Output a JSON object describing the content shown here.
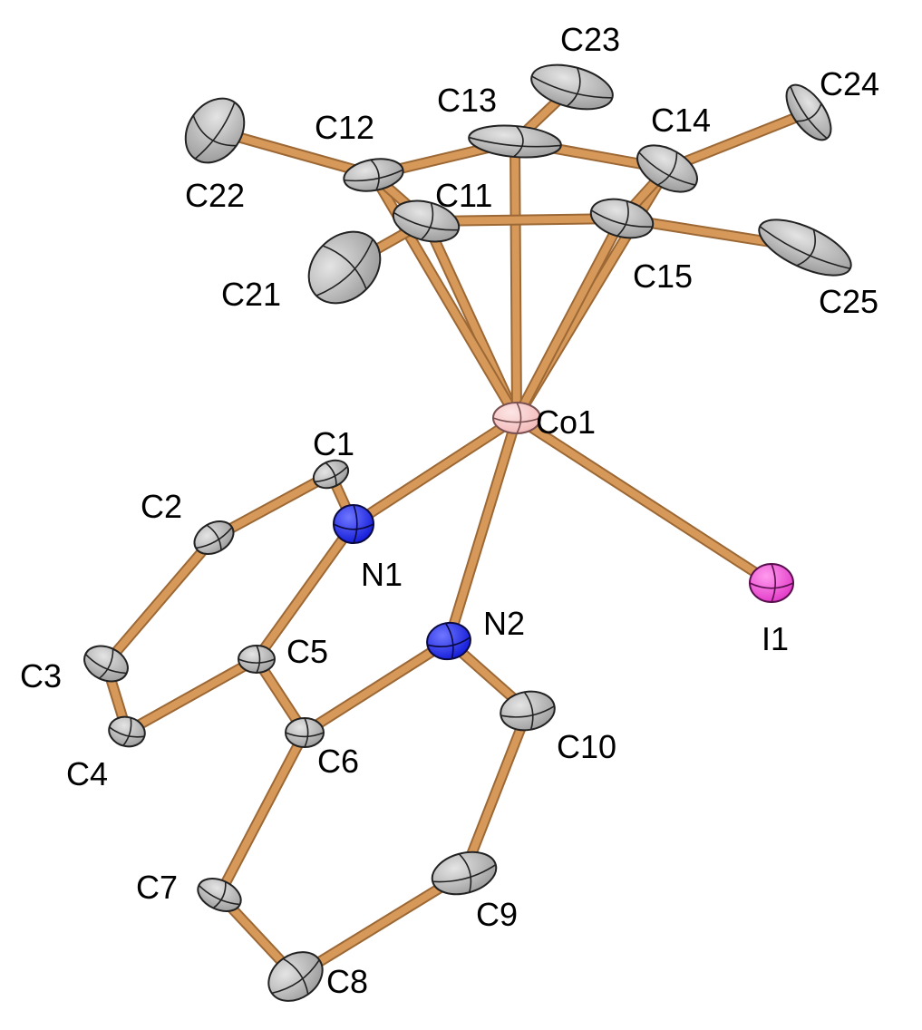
{
  "diagram": {
    "atom_colors": {
      "C": {
        "fill": "#9a9a9a",
        "highlight": "#e4e4e4",
        "outline": "#222222"
      },
      "N": {
        "fill": "#0d16d6",
        "highlight": "#6f77ff",
        "outline": "#0a0a40"
      },
      "Co": {
        "fill": "#f2b6b6",
        "highlight": "#fde6e6",
        "outline": "#7a5050"
      },
      "I": {
        "fill": "#e235c6",
        "highlight": "#ff9bee",
        "outline": "#5a0f4f"
      }
    },
    "bond_color": "#d6995a",
    "bond_dark": "#9c6835",
    "atoms": [
      {
        "id": "Co1",
        "label": "Co1",
        "element": "Co"
      },
      {
        "id": "N1",
        "label": "N1",
        "element": "N"
      },
      {
        "id": "N2",
        "label": "N2",
        "element": "N"
      },
      {
        "id": "I1",
        "label": "I1",
        "element": "I"
      },
      {
        "id": "C1",
        "label": "C1",
        "element": "C"
      },
      {
        "id": "C2",
        "label": "C2",
        "element": "C"
      },
      {
        "id": "C3",
        "label": "C3",
        "element": "C"
      },
      {
        "id": "C4",
        "label": "C4",
        "element": "C"
      },
      {
        "id": "C5",
        "label": "C5",
        "element": "C"
      },
      {
        "id": "C6",
        "label": "C6",
        "element": "C"
      },
      {
        "id": "C7",
        "label": "C7",
        "element": "C"
      },
      {
        "id": "C8",
        "label": "C8",
        "element": "C"
      },
      {
        "id": "C9",
        "label": "C9",
        "element": "C"
      },
      {
        "id": "C10",
        "label": "C10",
        "element": "C"
      },
      {
        "id": "C11",
        "label": "C11",
        "element": "C"
      },
      {
        "id": "C12",
        "label": "C12",
        "element": "C"
      },
      {
        "id": "C13",
        "label": "C13",
        "element": "C"
      },
      {
        "id": "C14",
        "label": "C14",
        "element": "C"
      },
      {
        "id": "C15",
        "label": "C15",
        "element": "C"
      },
      {
        "id": "C21",
        "label": "C21",
        "element": "C"
      },
      {
        "id": "C22",
        "label": "C22",
        "element": "C"
      },
      {
        "id": "C23",
        "label": "C23",
        "element": "C"
      },
      {
        "id": "C24",
        "label": "C24",
        "element": "C"
      },
      {
        "id": "C25",
        "label": "C25",
        "element": "C"
      }
    ],
    "bonds": [
      [
        "Co1",
        "C11"
      ],
      [
        "Co1",
        "C12"
      ],
      [
        "Co1",
        "C13"
      ],
      [
        "Co1",
        "C14"
      ],
      [
        "Co1",
        "C15"
      ],
      [
        "Co1",
        "N1"
      ],
      [
        "Co1",
        "N2"
      ],
      [
        "Co1",
        "I1"
      ],
      [
        "C11",
        "C12"
      ],
      [
        "C12",
        "C13"
      ],
      [
        "C13",
        "C14"
      ],
      [
        "C14",
        "C15"
      ],
      [
        "C15",
        "C11"
      ],
      [
        "C11",
        "C21"
      ],
      [
        "C12",
        "C22"
      ],
      [
        "C13",
        "C23"
      ],
      [
        "C14",
        "C24"
      ],
      [
        "C15",
        "C25"
      ],
      [
        "N1",
        "C1"
      ],
      [
        "C1",
        "C2"
      ],
      [
        "C2",
        "C3"
      ],
      [
        "C3",
        "C4"
      ],
      [
        "C4",
        "C5"
      ],
      [
        "C5",
        "N1"
      ],
      [
        "C5",
        "C6"
      ],
      [
        "C6",
        "N2"
      ],
      [
        "N2",
        "C10"
      ],
      [
        "C10",
        "C9"
      ],
      [
        "C9",
        "C8"
      ],
      [
        "C8",
        "C7"
      ],
      [
        "C7",
        "C6"
      ]
    ]
  }
}
